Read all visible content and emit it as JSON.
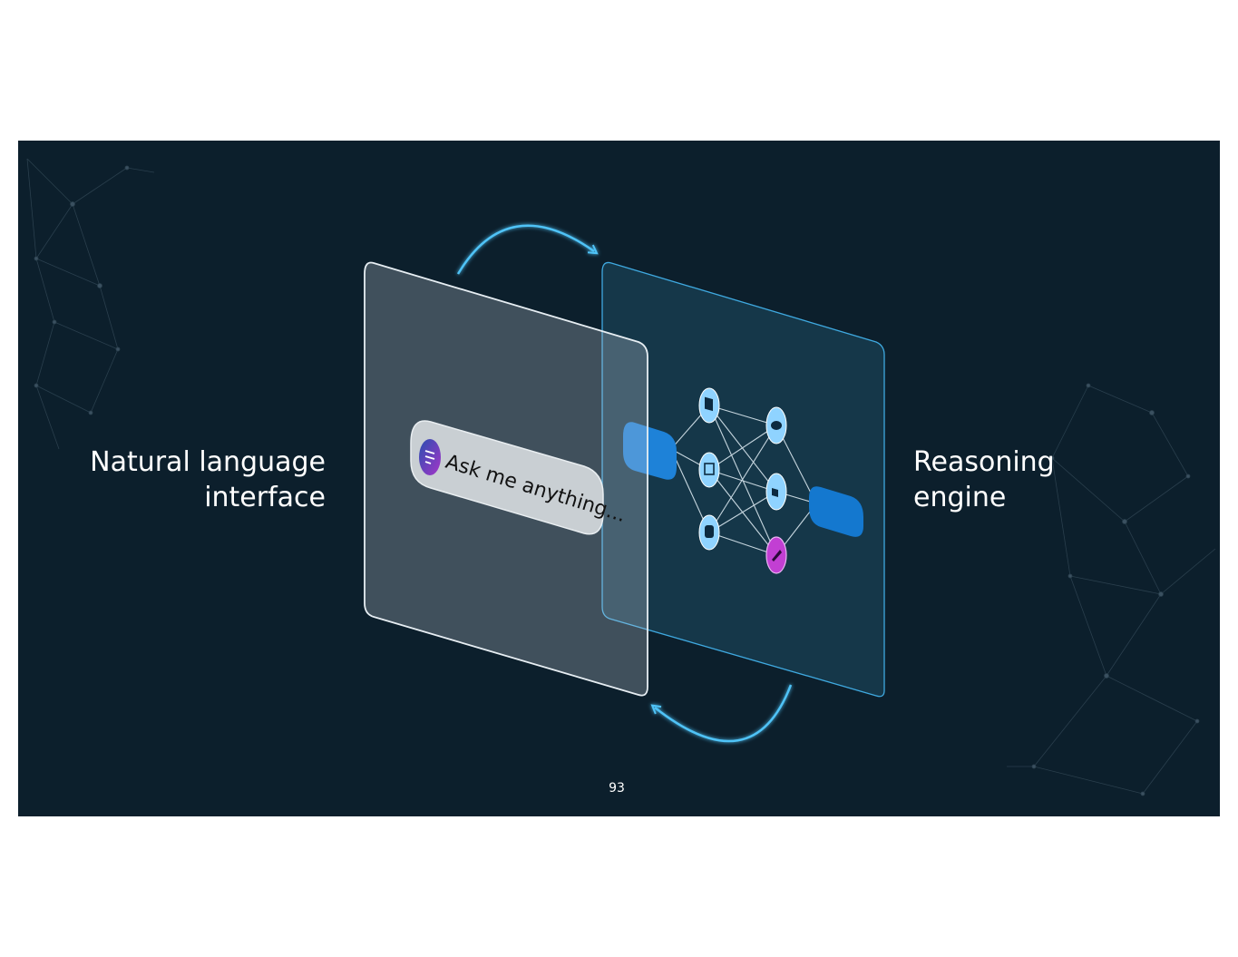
{
  "slide": {
    "left_label": [
      "Natural language",
      "interface"
    ],
    "right_label": [
      "Reasoning",
      "engine"
    ],
    "chat_prompt": "Ask me anything...",
    "page_number": "93"
  },
  "colors": {
    "background": "#0c1f2c",
    "cycle_arrow": "#4fc3f7",
    "front_panel": "#c8d2da",
    "back_panel": "#1d4b63",
    "connector": "#1478cf",
    "node_fill": "#8fd3ff",
    "highlight_node": "#c23fd3"
  },
  "icons": {
    "chat_app": "chat-bubble-icon",
    "network_nodes": [
      "document-icon",
      "window-icon",
      "database-icon",
      "cloud-icon",
      "chart-icon",
      "pencil-icon"
    ]
  }
}
